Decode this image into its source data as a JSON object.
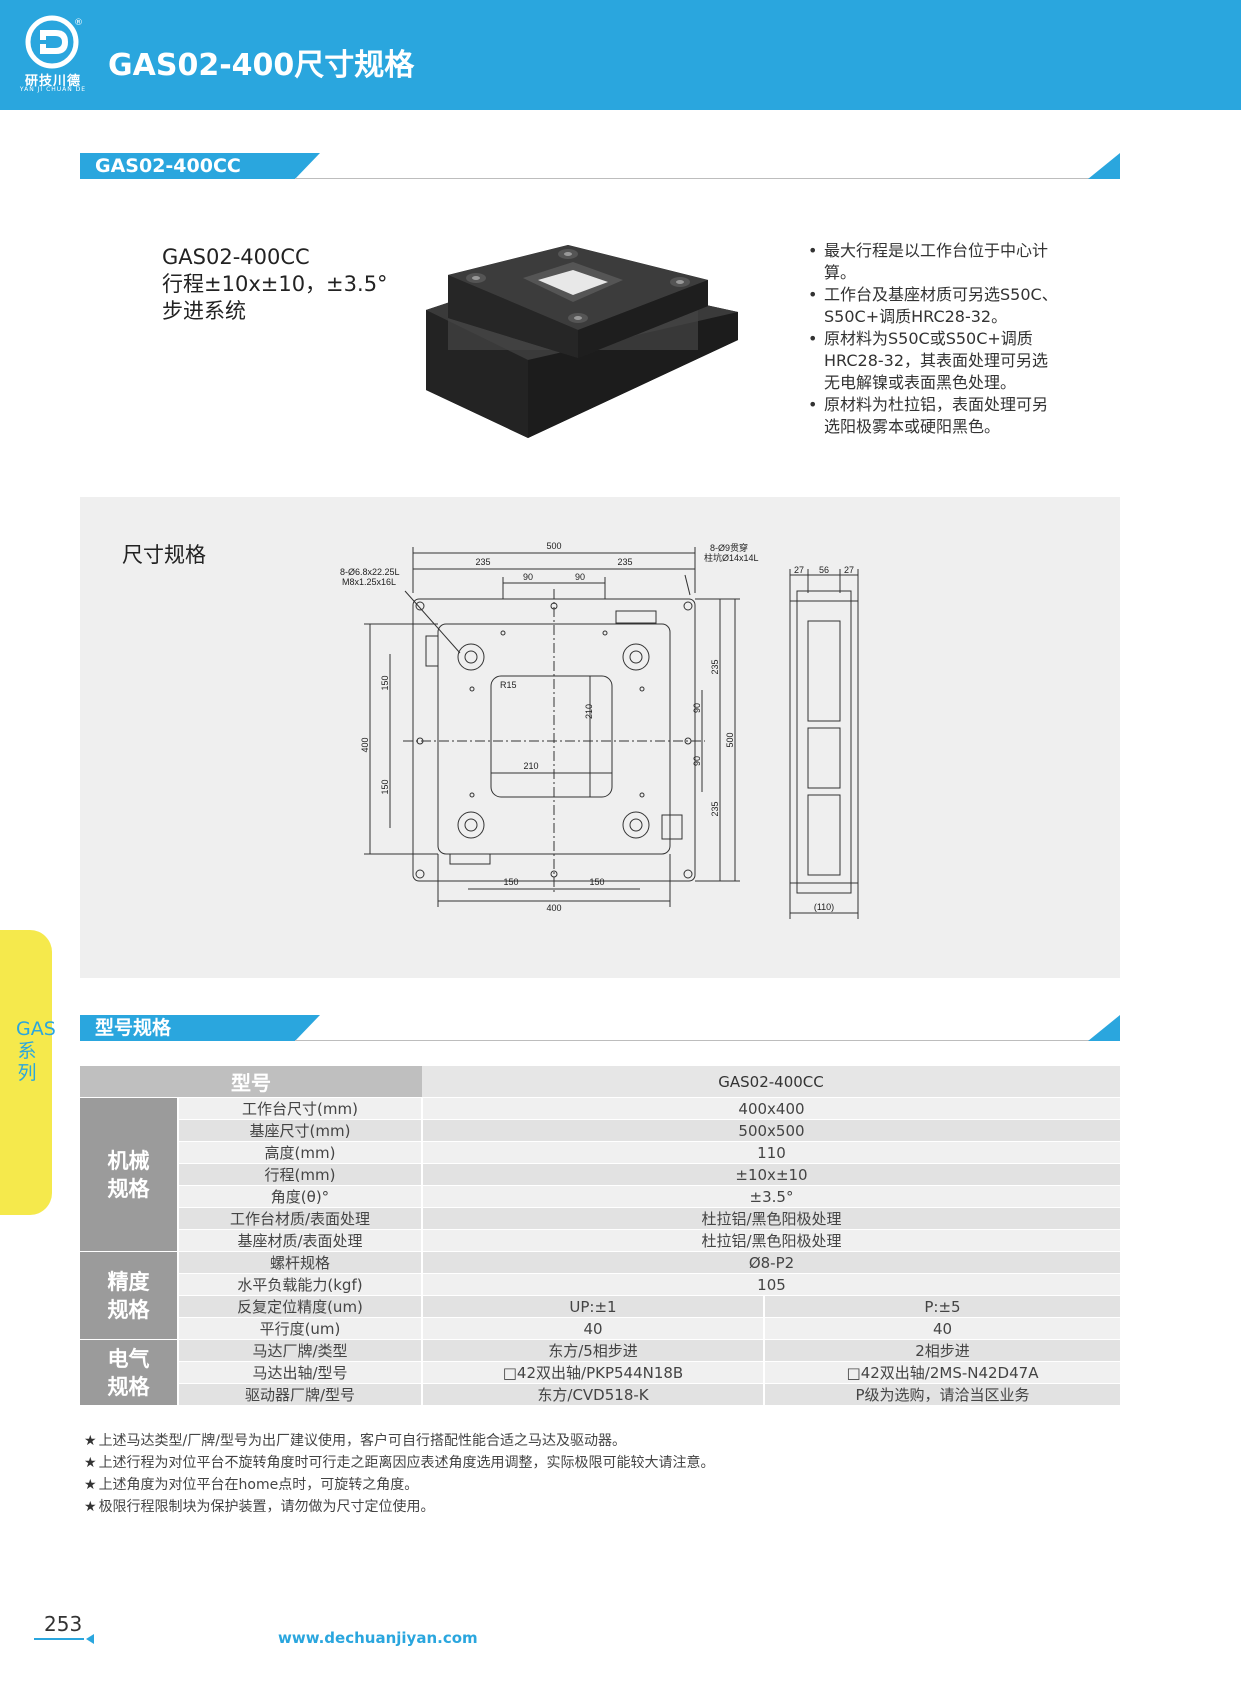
{
  "header": {
    "title": "GAS02-400尺寸规格",
    "logo_text": "研技川德",
    "logo_sub": "YAN JI CHUAN DE",
    "reg_mark": "®"
  },
  "sections": {
    "model_bar": "GAS02-400CC",
    "spec_bar": "型号规格"
  },
  "product": {
    "name": "GAS02-400CC",
    "travel": "行程±10x±10，±3.5°",
    "drive": "步进系统",
    "features": [
      "最大行程是以工作台位于中心计算。",
      "工作台及基座材质可另选S50C、S50C+调质HRC28-32。",
      "原材料为S50C或S50C+调质HRC28-32，其表面处理可另选无电解镍或表面黑色处理。",
      "原材料为杜拉铝，表面处理可另选阳极雾本或硬阳黑色。"
    ]
  },
  "dimensions": {
    "title": "尺寸规格",
    "labels": {
      "top_500": "500",
      "top_235_left": "235",
      "top_235_right": "235",
      "top_90_left": "90",
      "top_90_right": "90",
      "hole_note_1": "8-Ø6.8x22.25L",
      "hole_note_2": "M8x1.25x16L",
      "bore_note_1": "8-Ø9贯穿",
      "bore_note_2": "柱坑Ø14x14L",
      "r15": "R15",
      "inner_210_v": "210",
      "inner_210_h": "210",
      "left_400": "400",
      "left_150_top": "150",
      "left_150_bottom": "150",
      "right_235_top": "235",
      "right_235_bottom": "235",
      "right_90_top": "90",
      "right_90_bottom": "90",
      "right_500": "500",
      "bottom_150_left": "150",
      "bottom_150_right": "150",
      "bottom_400": "400",
      "side_27_left": "27",
      "side_56": "56",
      "side_27_right": "27",
      "side_110": "(110)"
    }
  },
  "spec_table": {
    "header_label": "型号",
    "header_value": "GAS02-400CC",
    "groups": [
      {
        "name_line1": "机械",
        "name_line2": "规格",
        "rows": [
          {
            "param": "工作台尺寸(mm)",
            "value": "400x400"
          },
          {
            "param": "基座尺寸(mm)",
            "value": "500x500"
          },
          {
            "param": "高度(mm)",
            "value": "110"
          },
          {
            "param": "行程(mm)",
            "value": "±10x±10"
          },
          {
            "param": "角度(θ)°",
            "value": "±3.5°"
          },
          {
            "param": "工作台材质/表面处理",
            "value": "杜拉铝/黑色阳极处理"
          },
          {
            "param": "基座材质/表面处理",
            "value": "杜拉铝/黑色阳极处理"
          }
        ]
      },
      {
        "name_line1": "精度",
        "name_line2": "规格",
        "rows": [
          {
            "param": "螺杆规格",
            "value": "Ø8-P2"
          },
          {
            "param": "水平负载能力(kgf)",
            "value": "105"
          },
          {
            "param": "反复定位精度(um)",
            "left": "UP:±1",
            "right": "P:±5"
          },
          {
            "param": "平行度(um)",
            "left": "40",
            "right": "40"
          }
        ]
      },
      {
        "name_line1": "电气",
        "name_line2": "规格",
        "rows": [
          {
            "param": "马达厂牌/类型",
            "left": "东方/5相步进",
            "right": "2相步进"
          },
          {
            "param": "马达出轴/型号",
            "left": "□42双出轴/PKP544N18B",
            "right": "□42双出轴/2MS-N42D47A"
          },
          {
            "param": "驱动器厂牌/型号",
            "left": "东方/CVD518-K",
            "right": "P级为选购，请洽当区业务"
          }
        ]
      }
    ]
  },
  "notes": [
    "上述马达类型/厂牌/型号为出厂建议使用，客户可自行搭配性能合适之马达及驱动器。",
    "上述行程为对位平台不旋转角度时可行走之距离因应表述角度选用调整，实际极限可能较大请注意。",
    "上述角度为对位平台在home点时，可旋转之角度。",
    "极限行程限制块为保护装置，请勿做为尺寸定位使用。"
  ],
  "side_tab": {
    "text": "GAS系列"
  },
  "footer": {
    "page_number": "253",
    "website": "www.dechuanjiyan.com"
  },
  "colors": {
    "accent": "#2aa6de",
    "side_tab": "#f5e94c",
    "table_group": "#9b9b9b"
  }
}
